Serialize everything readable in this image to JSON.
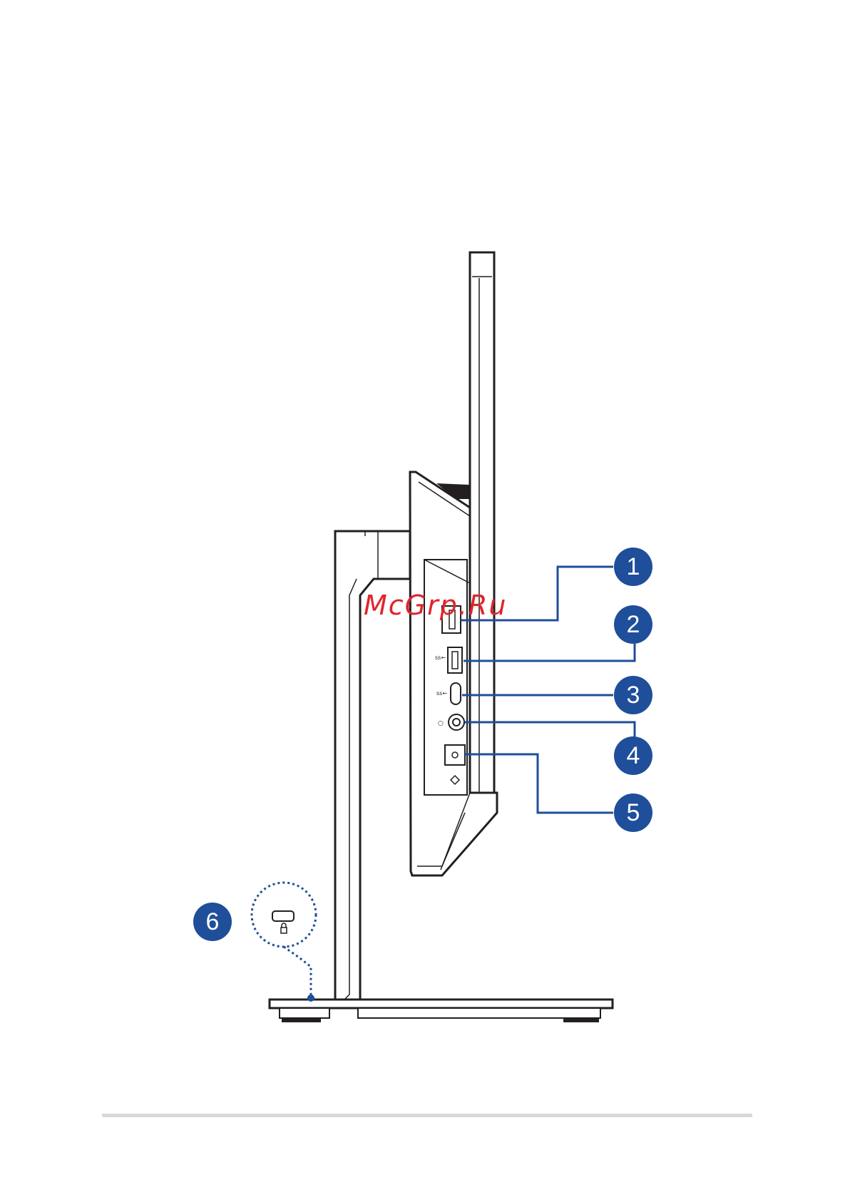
{
  "watermark": "McGrp.Ru",
  "callouts": [
    {
      "number": "1",
      "target": "usb-port-1"
    },
    {
      "number": "2",
      "target": "usb-port-2"
    },
    {
      "number": "3",
      "target": "usb-c-port"
    },
    {
      "number": "4",
      "target": "audio-jack"
    },
    {
      "number": "5",
      "target": "power-button"
    },
    {
      "number": "6",
      "target": "kensington-lock-slot"
    }
  ],
  "colors": {
    "callout_fill": "#1f4e9a",
    "line": "#1f4e9a",
    "outline": "#231f20",
    "watermark": "#e0242b",
    "rule": "#d9d9d9"
  }
}
